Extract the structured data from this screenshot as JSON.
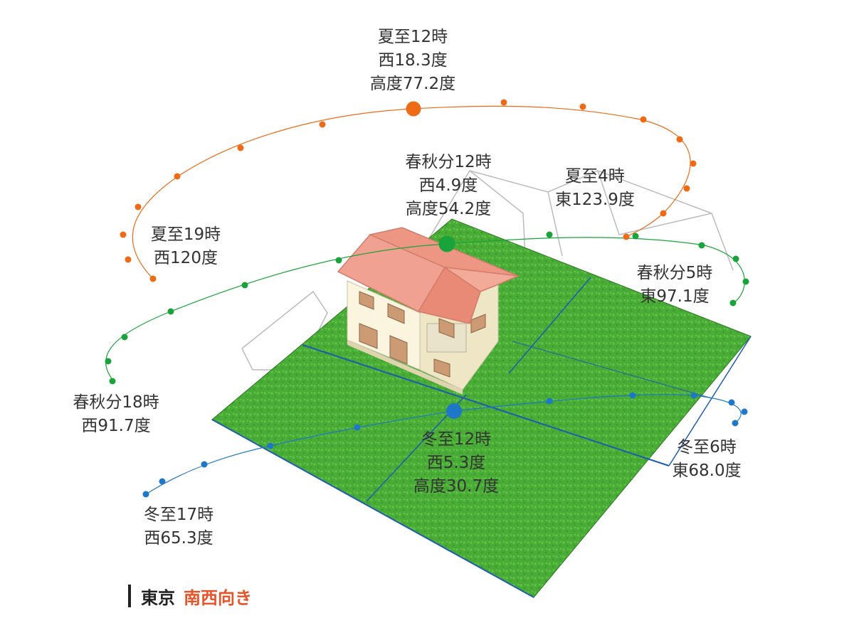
{
  "colors": {
    "summer": "#ee6a14",
    "equinox": "#1aa33a",
    "winter": "#1f77c8",
    "lawn": "#4fb33a",
    "roof": "#f0a191",
    "wall": "#fbf5df",
    "caption_accent": "#e8542a"
  },
  "labels": {
    "summer_noon": [
      "夏至12時",
      "西18.3度",
      "高度77.2度"
    ],
    "summer_4": [
      "夏至4時",
      "東123.9度"
    ],
    "summer_19": [
      "夏至19時",
      "西120度"
    ],
    "equinox_noon": [
      "春秋分12時",
      "西4.9度",
      "高度54.2度"
    ],
    "equinox_5": [
      "春秋分5時",
      "東97.1度"
    ],
    "equinox_18": [
      "春秋分18時",
      "西91.7度"
    ],
    "winter_noon": [
      "冬至12時",
      "西5.3度",
      "高度30.7度"
    ],
    "winter_6": [
      "冬至6時",
      "東68.0度"
    ],
    "winter_17": [
      "冬至17時",
      "西65.3度"
    ]
  },
  "caption": {
    "city": "東京",
    "orientation": "南西向き"
  }
}
